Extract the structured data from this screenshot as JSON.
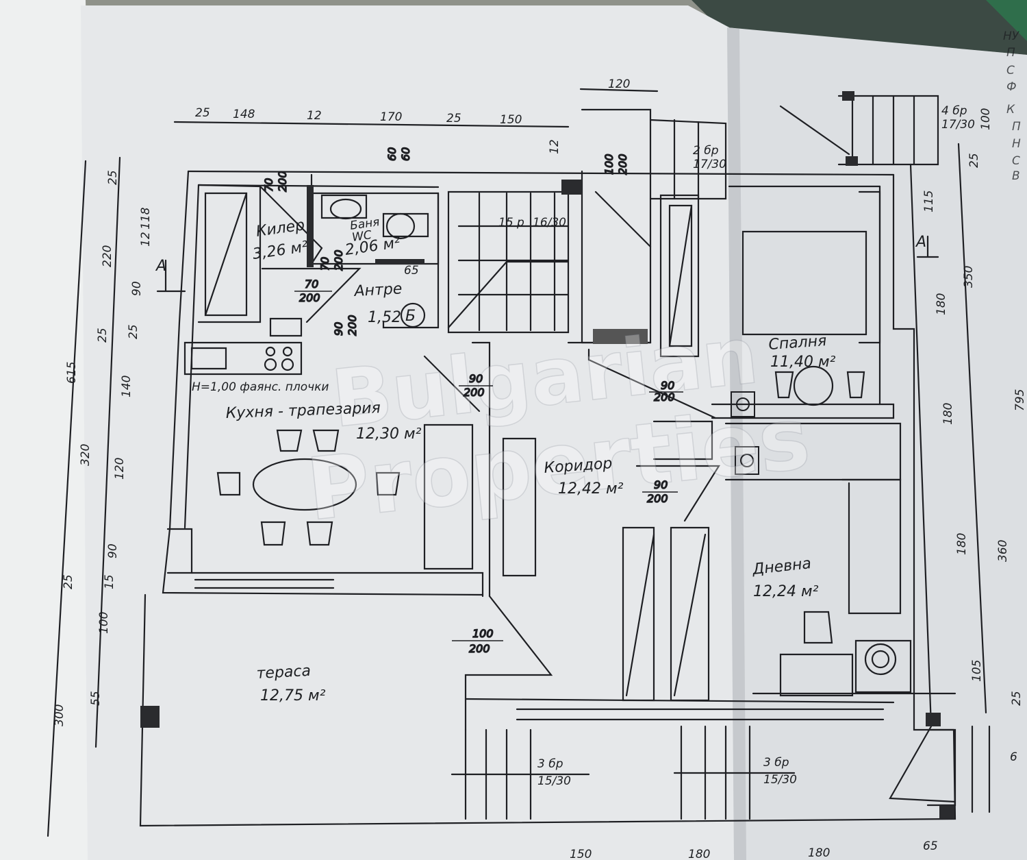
{
  "watermark": [
    "Bulgarian",
    "Properties"
  ],
  "rooms": {
    "kiler": {
      "name": "Килер",
      "area": "3,26 м²"
    },
    "bath": {
      "name": "Баня",
      "sub": "WC",
      "area": "2,06 м²"
    },
    "antre": {
      "name": "Антре",
      "area": "1,52"
    },
    "kitchen": {
      "name": "Кухня - трапезария",
      "area": "12,30 м²"
    },
    "tiles_note": "Н=1,00 фаянс. плочки",
    "corridor": {
      "name": "Коридор",
      "area": "12,42 м²"
    },
    "bedroom": {
      "name": "Спалня",
      "area": "11,40 м²"
    },
    "living": {
      "name": "Дневна",
      "area": "12,24 м²"
    },
    "terrace": {
      "name": "тераса",
      "area": "12,75 м²"
    }
  },
  "boiler_mark": "Б",
  "section_mark": "А",
  "stairs": [
    {
      "count": "15 р",
      "step": "16/30"
    },
    {
      "count": "2 бр",
      "step": "17/30"
    },
    {
      "count": "4 бр",
      "step": "17/30"
    },
    {
      "count": "3 бр",
      "step": "15/30"
    },
    {
      "count": "3 бр",
      "step": "15/30"
    }
  ],
  "openings": [
    [
      "70",
      "200"
    ],
    [
      "60",
      "60"
    ],
    [
      "100",
      "200"
    ],
    [
      "70",
      "200"
    ],
    [
      "70",
      "200"
    ],
    [
      "90",
      "200"
    ],
    [
      "90",
      "200"
    ],
    [
      "90",
      "200"
    ],
    [
      "90",
      "200"
    ],
    [
      "100",
      "200"
    ]
  ],
  "dims_top": [
    "25",
    "148",
    "12",
    "170",
    "25",
    "150",
    "120",
    "12"
  ],
  "dims_left_inner": [
    "25",
    "118",
    "12",
    "220",
    "90",
    "25",
    "140",
    "120",
    "90",
    "15",
    "100",
    "55"
  ],
  "dims_left_outer": [
    "615",
    "320",
    "25",
    "300"
  ],
  "dims_right": [
    "115",
    "180",
    "180",
    "180",
    "105",
    "25"
  ],
  "dims_right_outer": [
    "100",
    "25",
    "350",
    "795",
    "360"
  ],
  "dims_bottom": [
    "150",
    "180",
    "180",
    "65"
  ],
  "misc": [
    "65",
    "6"
  ],
  "side_page_glyphs": [
    "НУ",
    "П",
    "С",
    "Ф",
    "К",
    "П",
    "Н",
    "С",
    "В"
  ]
}
